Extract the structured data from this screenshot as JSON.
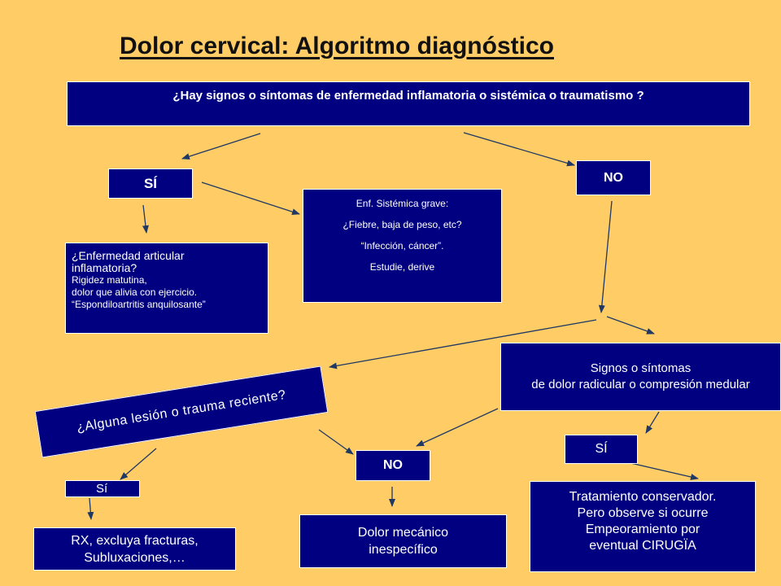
{
  "title": "Dolor cervical: Algoritmo diagnóstico",
  "question_main": "¿Hay signos o síntomas de enfermedad inflamatoria o sistémica o traumatismo ?",
  "yes_top": "SÍ",
  "no_top": "NO",
  "systemic_box": {
    "line1": "Enf. Sistémica grave:",
    "line2": "¿Fiebre, baja de peso, etc?",
    "line3": "“Infección, cáncer”.",
    "line4": "Estudie, derive"
  },
  "inflammatory_box": {
    "line1": "¿Enfermedad articular",
    "line2": "inflamatoria?",
    "line3": "Rigidez matutina,",
    "line4": "dolor que alivia con ejercicio.",
    "line5": "“Espondiloartritis anquilosante”"
  },
  "radicular_box": {
    "line1": "Signos o síntomas",
    "line2": "de dolor radicular o compresión medular"
  },
  "trauma_question": "¿Alguna lesión o trauma reciente?",
  "yes_trauma": "Sí",
  "no_middle": "NO",
  "yes_radicular": "SÍ",
  "rx_box": {
    "line1": "RX, excluya fracturas,",
    "line2": "Subluxaciones,…"
  },
  "mechanical_box": {
    "line1": "Dolor mecánico",
    "line2": "inespecífico"
  },
  "treatment_box": {
    "line1": "Tratamiento conservador.",
    "line2": "Pero  observe si ocurre",
    "line3": "Empeoramiento por",
    "line4": "eventual CIRUGÏA"
  },
  "colors": {
    "background": "#FFCC66",
    "box_fill": "#000080",
    "arrow": "#1F3864"
  }
}
